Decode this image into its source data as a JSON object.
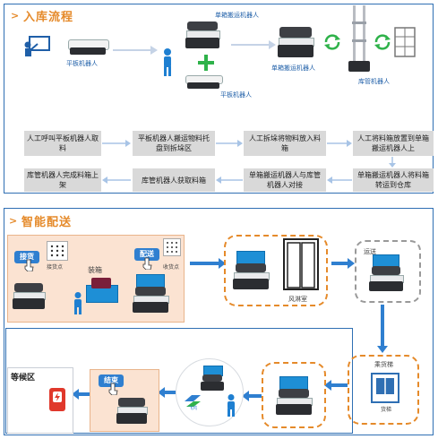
{
  "section1": {
    "title": "入库流程",
    "labels": {
      "tablet_robot": "平板机器人",
      "single_box_robot_top": "单箱搬运机器人",
      "tablet_robot_2": "平板机器人",
      "single_box_robot_right": "单箱搬运机器人",
      "warehouse_robot": "库管机器人"
    },
    "steps": [
      "人工呼叫平板机器人取料",
      "平板机器人搬运物料托盘到拆垛区",
      "人工拆垛将物料放入料箱",
      "人工将料箱放置到单箱搬运机器人上",
      "库管机器人完成料箱上架",
      "库管机器人获取料箱",
      "单箱搬运机器人与库管机器人对接",
      "单箱搬运机器人将料箱转运到仓库"
    ]
  },
  "section2": {
    "title": "智能配送",
    "labels": {
      "pickup_btn": "接货",
      "pickup_point": "接货点",
      "boxing": "装箱",
      "deliver_btn": "配送",
      "receive_point": "收货点",
      "air_shower": "风淋室",
      "transport": "运送",
      "elevator": "乘货梯",
      "elevator_icon_label": "货梯",
      "waiting_area": "等候区",
      "end_btn": "结束",
      "logo_text": "飞鸿"
    }
  },
  "colors": {
    "accent_orange": "#e58a2a",
    "panel_blue": "#2f6fb3",
    "button_blue": "#2f7fd0",
    "step_gray": "#d9d9d9",
    "green_plus": "#2fb24a"
  }
}
